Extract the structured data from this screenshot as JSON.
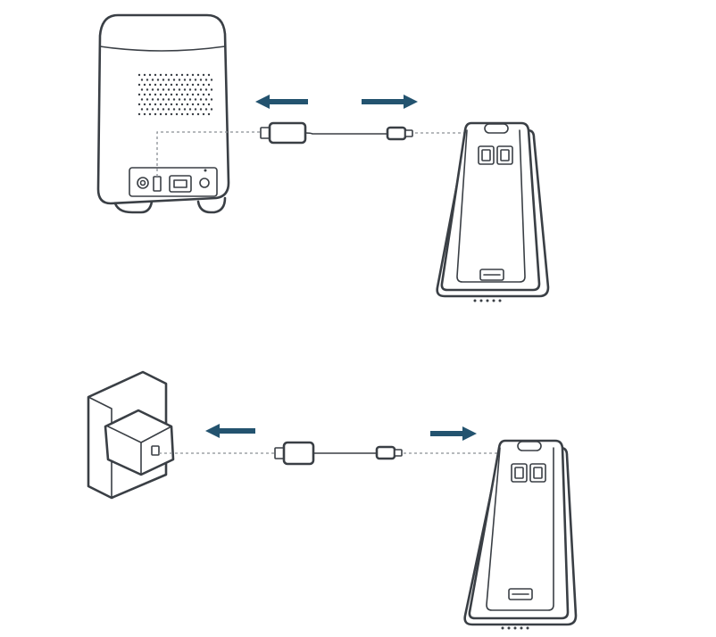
{
  "colors": {
    "line": "#3a3f45",
    "arrow": "#23536f",
    "dashed_guide": "#8a8f95",
    "background": "#ffffff"
  },
  "steps": [
    {
      "power_source": "hub-base-station",
      "cable": "usb-a-to-micro-usb",
      "arrows": [
        "left",
        "right"
      ],
      "device": "keypad-remote"
    },
    {
      "power_source": "wall-adapter",
      "cable": "usb-a-to-micro-usb",
      "arrows": [
        "left",
        "right"
      ],
      "device": "keypad-remote"
    }
  ]
}
